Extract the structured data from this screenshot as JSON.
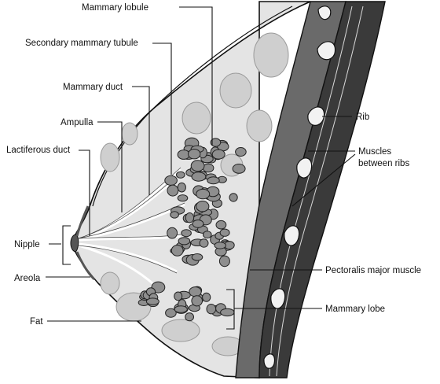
{
  "labels": {
    "mammary_lobule": "Mammary lobule",
    "secondary_mammary_tubule": "Secondary mammary tubule",
    "mammary_duct": "Mammary duct",
    "ampulla": "Ampulla",
    "lactiferous_duct": "Lactiferous duct",
    "nipple": "Nipple",
    "areola": "Areola",
    "fat": "Fat",
    "rib": "Rib",
    "muscles_between_ribs_line1": "Muscles",
    "muscles_between_ribs_line2": "between ribs",
    "pectoralis_major_muscle": "Pectoralis major muscle",
    "mammary_lobe": "Mammary lobe"
  },
  "colors": {
    "background": "#ffffff",
    "breast_tissue": "#e4e4e4",
    "fat_lobules": "#cfcfcf",
    "glandular_lobules": "#8e8e8e",
    "muscle": "#3a3a3a",
    "chest_wall": "#6a6a6a",
    "rib": "#f2f2f2",
    "outline": "#111111"
  }
}
